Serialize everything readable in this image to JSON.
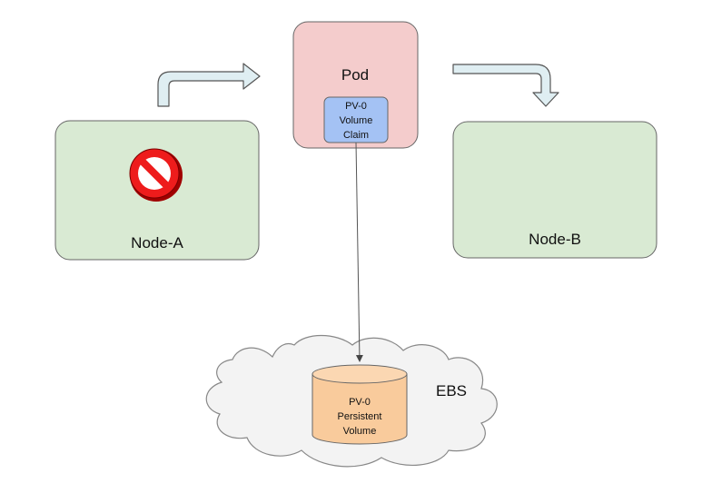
{
  "nodes": {
    "node_a": {
      "label": "Node-A",
      "status_icon": "prohibited-icon",
      "fill": "#d9ead3"
    },
    "node_b": {
      "label": "Node-B",
      "fill": "#d9ead3"
    },
    "pod": {
      "label": "Pod",
      "fill": "#f4cccc"
    },
    "claim": {
      "lines": [
        "PV-0",
        "Volume",
        "Claim"
      ],
      "fill": "#a4c2f4"
    },
    "cloud": {
      "label": "EBS",
      "fill": "#f3f3f3"
    },
    "volume": {
      "lines": [
        "PV-0",
        "Persistent",
        "Volume"
      ],
      "fill": "#f9cb9c"
    }
  },
  "connectors": [
    {
      "from": "node_a",
      "to": "pod",
      "kind": "bent-arrow",
      "icon": "arrow-right-icon"
    },
    {
      "from": "pod",
      "to": "node_b",
      "kind": "bent-arrow",
      "icon": "arrow-down-icon"
    },
    {
      "from": "claim",
      "to": "volume",
      "kind": "line-arrow"
    }
  ],
  "colors": {
    "stroke": "#666666",
    "arrow_fill": "#dfeef2",
    "prohibited_red": "#e00000"
  }
}
